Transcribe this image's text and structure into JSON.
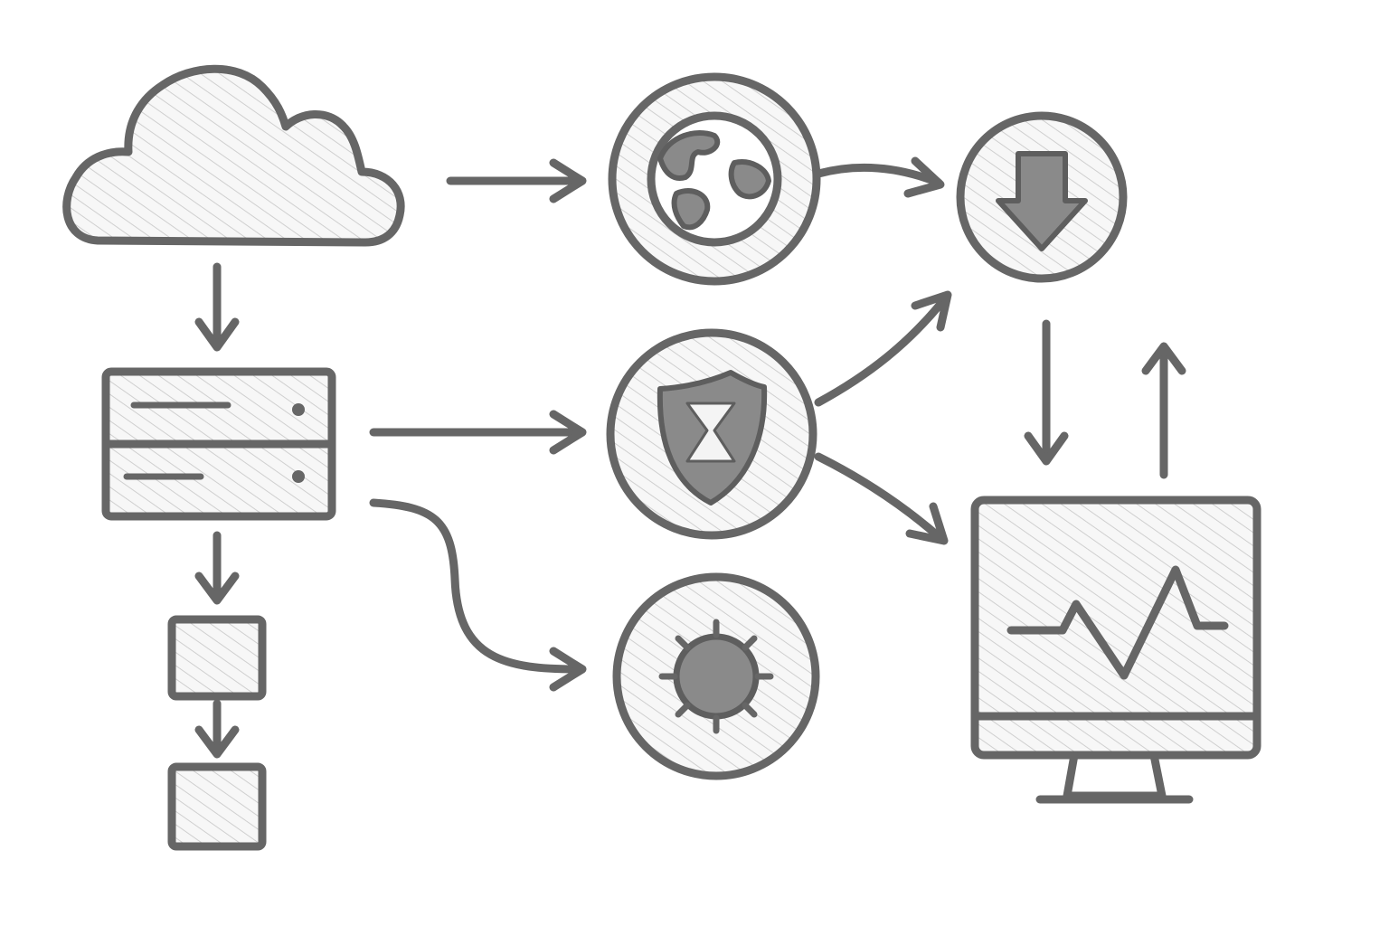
{
  "diagram": {
    "style": "pencil-sketch",
    "colors": {
      "stroke": "#666666",
      "shade": "#8a8a8a",
      "background": "#ffffff"
    },
    "nodes": [
      {
        "id": "cloud",
        "icon": "cloud-icon"
      },
      {
        "id": "server",
        "icon": "server-rack-icon"
      },
      {
        "id": "box-1",
        "icon": "square-icon"
      },
      {
        "id": "box-2",
        "icon": "square-icon"
      },
      {
        "id": "globe",
        "icon": "globe-icon"
      },
      {
        "id": "shield",
        "icon": "shield-hourglass-icon"
      },
      {
        "id": "bug",
        "icon": "virus-bug-icon"
      },
      {
        "id": "download",
        "icon": "download-arrow-icon"
      },
      {
        "id": "monitor",
        "icon": "monitor-pulse-icon"
      }
    ],
    "edges": [
      {
        "from": "cloud",
        "to": "globe"
      },
      {
        "from": "cloud",
        "to": "server"
      },
      {
        "from": "server",
        "to": "shield"
      },
      {
        "from": "server",
        "to": "bug"
      },
      {
        "from": "server",
        "to": "box-1"
      },
      {
        "from": "box-1",
        "to": "box-2"
      },
      {
        "from": "globe",
        "to": "download"
      },
      {
        "from": "shield",
        "to": "download"
      },
      {
        "from": "shield",
        "to": "monitor"
      },
      {
        "from": "download",
        "to": "monitor"
      },
      {
        "from": "monitor",
        "to": "download"
      }
    ]
  }
}
